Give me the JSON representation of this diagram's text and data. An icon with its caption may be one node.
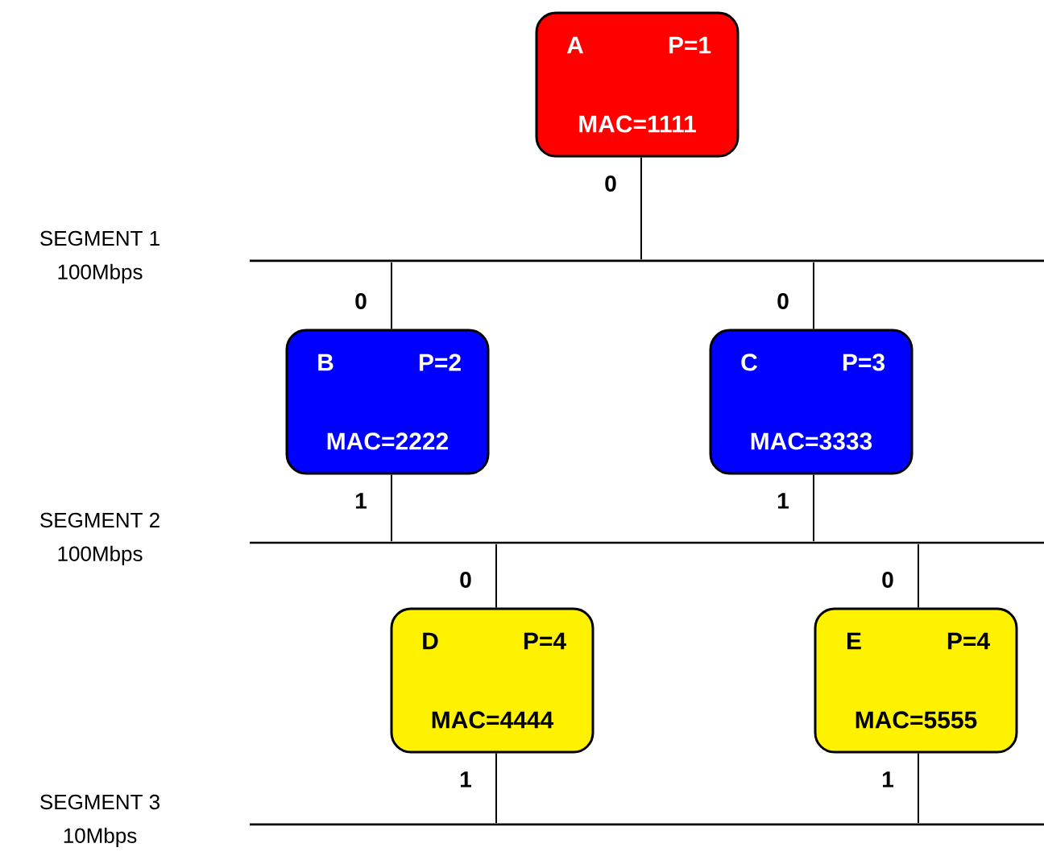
{
  "diagram": {
    "nodes": [
      {
        "text": [
          "A",
          "P=1",
          "MAC=1111"
        ]
      },
      {
        "text": [],
        "shape": "bar",
        "beside": [
          "SEGMENT 1",
          "100Mbps"
        ]
      },
      {
        "text": [
          "B",
          "P=2",
          "MAC=2222"
        ]
      },
      {
        "text": [
          "C",
          "P=3",
          "MAC=3333"
        ]
      },
      {
        "text": [],
        "shape": "bar",
        "beside": [
          "SEGMENT 2",
          "100Mbps"
        ]
      },
      {
        "text": [
          "D",
          "P=4",
          "MAC=4444"
        ]
      },
      {
        "text": [
          "E",
          "P=4",
          "MAC=5555"
        ]
      },
      {
        "text": [],
        "shape": "bar",
        "beside": [
          "SEGMENT 3",
          "10Mbps"
        ]
      }
    ],
    "edges": [
      {
        "from": 0,
        "to": 1,
        "arrow": "none",
        "label": "0"
      },
      {
        "from": 1,
        "to": 2,
        "arrow": "none",
        "label": "0"
      },
      {
        "from": 1,
        "to": 3,
        "arrow": "none",
        "label": "0"
      },
      {
        "from": 2,
        "to": 4,
        "arrow": "none",
        "label": "1"
      },
      {
        "from": 3,
        "to": 4,
        "arrow": "none",
        "label": "1"
      },
      {
        "from": 4,
        "to": 5,
        "arrow": "none",
        "label": "0"
      },
      {
        "from": 4,
        "to": 6,
        "arrow": "none",
        "label": "0"
      },
      {
        "from": 5,
        "to": 7,
        "arrow": "none",
        "label": "1"
      },
      {
        "from": 6,
        "to": 7,
        "arrow": "none",
        "label": "1"
      }
    ]
  }
}
